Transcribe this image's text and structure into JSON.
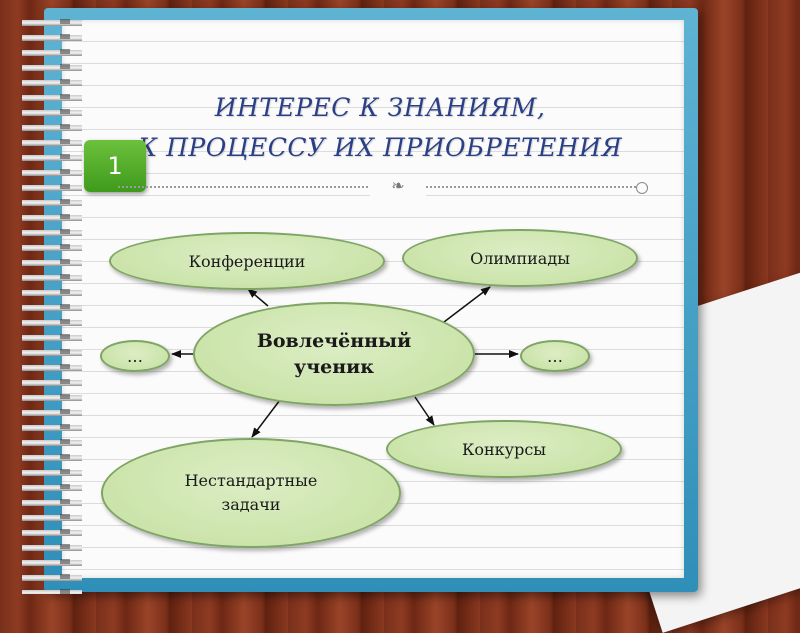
{
  "slide": {
    "title_line1": "ИНТЕРЕС К ЗНАНИЯМ,",
    "title_line2": "К ПРОЦЕССУ ИХ ПРИОБРЕТЕНИЯ",
    "badge_number": "1",
    "divider_ornament": "❧"
  },
  "diagram": {
    "center": "Вовлечённый\nученик",
    "nodes": {
      "conferences": "Конференции",
      "olympiads": "Олимпиады",
      "left_more": "…",
      "right_more": "…",
      "contests": "Конкурсы",
      "nonstandard": "Нестандартные\nзадачи"
    }
  },
  "colors": {
    "title": "#2b3f86",
    "node_fill": "#c4e0a0",
    "node_border": "#7fa464",
    "badge": "#4fa826",
    "arrow": "#111111"
  }
}
